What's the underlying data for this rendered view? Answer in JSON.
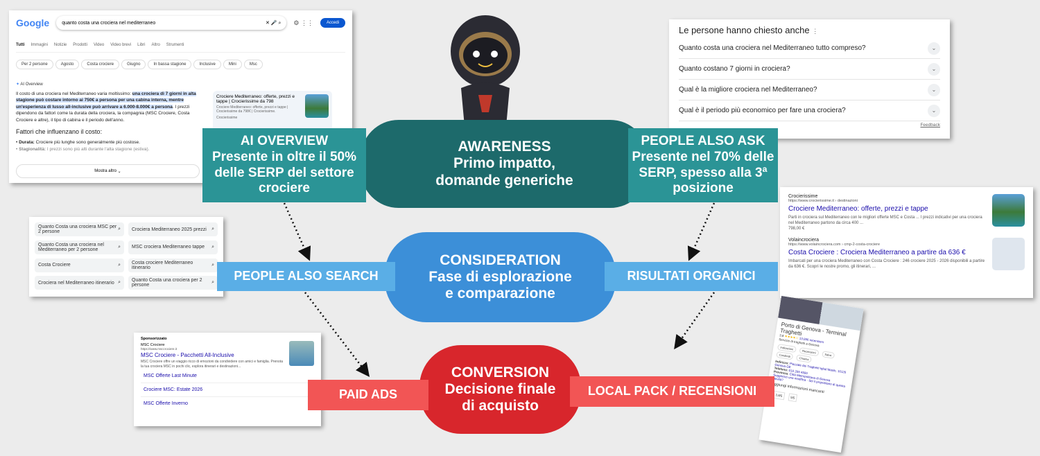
{
  "serp": {
    "logo": "Google",
    "query": "quanto costa una crociera nel mediterraneo",
    "login": "Accedi",
    "tabs": [
      "Tutti",
      "Immagini",
      "Notizie",
      "Prodotti",
      "Video",
      "Video brevi",
      "Libri",
      "Altro",
      "Strumenti"
    ],
    "chips": [
      "Per 2 persone",
      "Agosto",
      "Costa crociere",
      "Giugno",
      "In bassa stagione",
      "Inclusive",
      "Mini",
      "Msc"
    ],
    "ai_title": "AI Overview",
    "ai_text_1": "Il costo di una crociera nel Mediterraneo varia moltissimo: ",
    "ai_text_hl": "una crociera di 7 giorni in alta stagione può costare intorno ai 750€ a persona per una cabina interna, mentre un'esperienza di lusso all-inclusive può arrivare a 6.000-8.000€ a persona",
    "ai_text_2": ". I prezzi dipendono da fattori come la durata della crociera, la compagnia (MSC Crociere, Costa Crociere e altre), il tipo di cabina e il periodo dell'anno.",
    "factors_title": "Fattori che influenzano il costo:",
    "factor1_b": "Durata:",
    "factor1": " Crociere più lunghe sono generalmente più costose.",
    "factor2_b": "Stagionalità:",
    "factor2": " I prezzi sono più alti durante l'alta stagione (estiva).",
    "show_more": "Mostra altro",
    "source_title": "Crociere Mediterraneo: offerte, prezzi e tappe | Crocierissime da 798",
    "source_desc": "Crociere Mediterraneo: offerte, prezzi e tappe | Crocierissime da 798€ | Crocierissime.",
    "source_name": "Crocierissime"
  },
  "paa": {
    "title": "Le persone hanno chiesto anche",
    "questions": [
      "Quanto costa una crociera nel Mediterraneo tutto compreso?",
      "Quanto costano 7 giorni in crociera?",
      "Qual è la migliore crociera nel Mediterraneo?",
      "Qual è il periodo più economico per fare una crociera?"
    ],
    "feedback": "Feedback"
  },
  "pas": {
    "items": [
      "Quanto Costa una crociera MSC per 2 persone",
      "Crociera Mediterraneo 2025 prezzi",
      "Quanto Costa una crociera nel Mediterraneo per 2 persone",
      "MSC crociera Mediterraneo tappe",
      "Costa Crociere",
      "Costa crociere Mediterraneo itinerario",
      "Crociera nel Mediterraneo itinerario",
      "Quanto Costa una crociera per 2 persone"
    ]
  },
  "organic": [
    {
      "site": "Crocierissime",
      "url": "https://www.crocierissime.it › destinazioni",
      "title": "Crociere Mediterraneo: offerte, prezzi e tappe",
      "desc": "Parti in crociera sul Mediterraneo con le migliori offerte MSC e Costa ... I prezzi indicativi per una crociera nel Mediterraneo partono da circa 400 ...",
      "price": "798,00 €"
    },
    {
      "site": "Volaincrociera",
      "url": "https://www.volaincrociera.com › cmp-2-costa-crociere",
      "title": "Costa Crociere : Crociera Mediterraneo a partire da 636 €",
      "desc": "Imbarcati per una crociera Mediterraneo con Costa Crociere : 246 crociere 2025 - 2026 disponibili a partire da 636 €. Scopri le nostre promo, gli itinerari, ..."
    }
  ],
  "ads": {
    "sponsored": "Sponsorizzato",
    "site": "MSC Crociere",
    "url": "https://www.msccrociere.it",
    "title": "MSC Crociere - Pacchetti All-Inclusive",
    "desc": "MSC Crociere offre un viaggio ricco di emozioni da condividere con amici e famiglia. Prenota la tua crociera MSC in pochi clic, esplora itinerari e destinazioni...",
    "links": [
      "MSC Offerte Last Minute",
      "Crociere MSC: Estate 2026",
      "MSC Offerte Inverno"
    ]
  },
  "local": {
    "name": "Porto di Genova - Terminal Traghetti",
    "rating": "3,8",
    "reviews": "13.096 recensioni",
    "category": "Servizio di traghetti a Genova",
    "buttons": [
      "Indicazioni",
      "Recensioni",
      "Salva",
      "Condividi",
      "Chiama"
    ],
    "address_l": "Indirizzo:",
    "address": "Piazzale dei Traghetti Iqbal Masih, 16126 Genova GE",
    "phone_l": "Telefono:",
    "phone": "010 209 4500",
    "province_l": "Provincia:",
    "province": "Città Metropolitana di Genova",
    "suggest": "Suggerisci una modifica · Sei il proprietario di questa attività?",
    "add_info": "Aggiungi informazioni mancanti",
    "google_score": "3,8/5",
    "other_score": "5/5"
  },
  "labels": {
    "ai_overview": [
      "AI OVERVIEW",
      "Presente in oltre il 50%",
      "delle SERP del settore",
      "crociere"
    ],
    "paa": [
      "PEOPLE ALSO ASK",
      "Presente nel 70% delle",
      "SERP, spesso alla 3ª",
      "posizione"
    ],
    "pas": "PEOPLE ALSO SEARCH",
    "organic": "RISULTATI ORGANICI",
    "paid": "PAID ADS",
    "local": "LOCAL PACK / RECENSIONI"
  },
  "stages": {
    "awareness": [
      "AWARENESS",
      "Primo impatto,",
      "domande generiche"
    ],
    "consideration": [
      "CONSIDERATION",
      "Fase di esplorazione",
      "e comparazione"
    ],
    "conversion": [
      "CONVERSION",
      "Decisione finale",
      "di acquisto"
    ]
  },
  "colors": {
    "teal": "#2b9496",
    "dark_teal": "#1d6a6b",
    "blue": "#3c8fd8",
    "light_blue": "#5aaee6",
    "red": "#d8262c",
    "light_red": "#f25555"
  }
}
